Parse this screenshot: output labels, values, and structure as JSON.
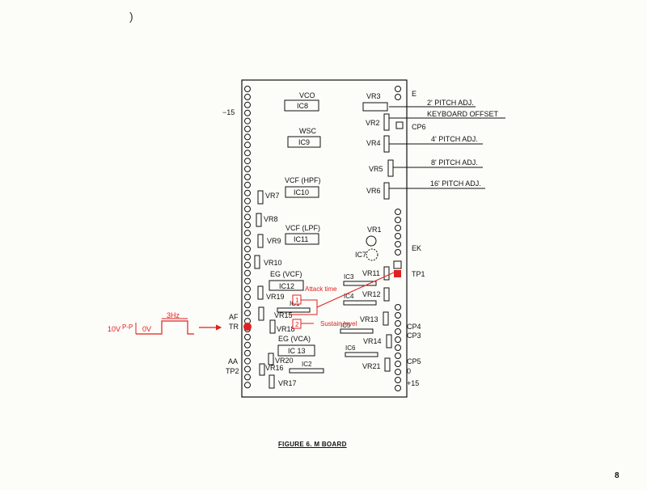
{
  "page": {
    "scan_mark": ")",
    "page_number": "8"
  },
  "figure": {
    "caption": "FIGURE 6. M BOARD"
  },
  "board": {
    "left_labels": {
      "minus15": "−15",
      "af": "AF",
      "tr": "TR",
      "aa": "AA",
      "tp2": "TP2"
    },
    "right_labels": {
      "e": "E",
      "cp6": "CP6",
      "ek": "EK",
      "tp1": "TP1",
      "cp4": "CP4",
      "cp3": "CP3",
      "cp5": "CP5",
      "zero": "0",
      "plus15": "+15"
    },
    "sections": {
      "vco": "VCO",
      "wsc": "WSC",
      "vcf_hpf": "VCF (HPF)",
      "vcf_lpf": "VCF (LPF)",
      "eg_vcf": "EG (VCF)",
      "eg_vca": "EG (VCA)"
    },
    "ics": {
      "ic8": "IC8",
      "ic9": "IC9",
      "ic10": "IC10",
      "ic11": "IC11",
      "ic12": "IC12",
      "ic13": "IC 13",
      "ic1": "IC1",
      "ic2": "IC2",
      "ic3": "IC3",
      "ic4": "IC4",
      "ic5": "IC5",
      "ic6": "IC6",
      "ic7": "IC7"
    },
    "vrs": {
      "vr1": "VR1",
      "vr2": "VR2",
      "vr3": "VR3",
      "vr4": "VR4",
      "vr5": "VR5",
      "vr6": "VR6",
      "vr7": "VR7",
      "vr8": "VR8",
      "vr9": "VR9",
      "vr10": "VR10",
      "vr11": "VR11",
      "vr12": "VR12",
      "vr13": "VR13",
      "vr14": "VR14",
      "vr15": "VR15",
      "vr16": "VR16",
      "vr17": "VR17",
      "vr18": "VR18",
      "vr19": "VR19",
      "vr20": "VR20",
      "vr21": "VR21"
    },
    "adjustments": {
      "pitch2": "2' PITCH ADJ.",
      "keyboard_offset": "KEYBOARD OFFSET",
      "pitch4": "4' PITCH ADJ.",
      "pitch8": "8' PITCH ADJ.",
      "pitch16": "16' PITCH ADJ."
    }
  },
  "annotations": {
    "attack_time": "Attack time",
    "sustain_level": "Sustain level",
    "box1": "1",
    "box2": "2",
    "accent_color": "#e02020"
  },
  "signal": {
    "freq": "3Hz",
    "amplitude": "10V",
    "pp": "P-P",
    "zero_volt": "0V"
  }
}
